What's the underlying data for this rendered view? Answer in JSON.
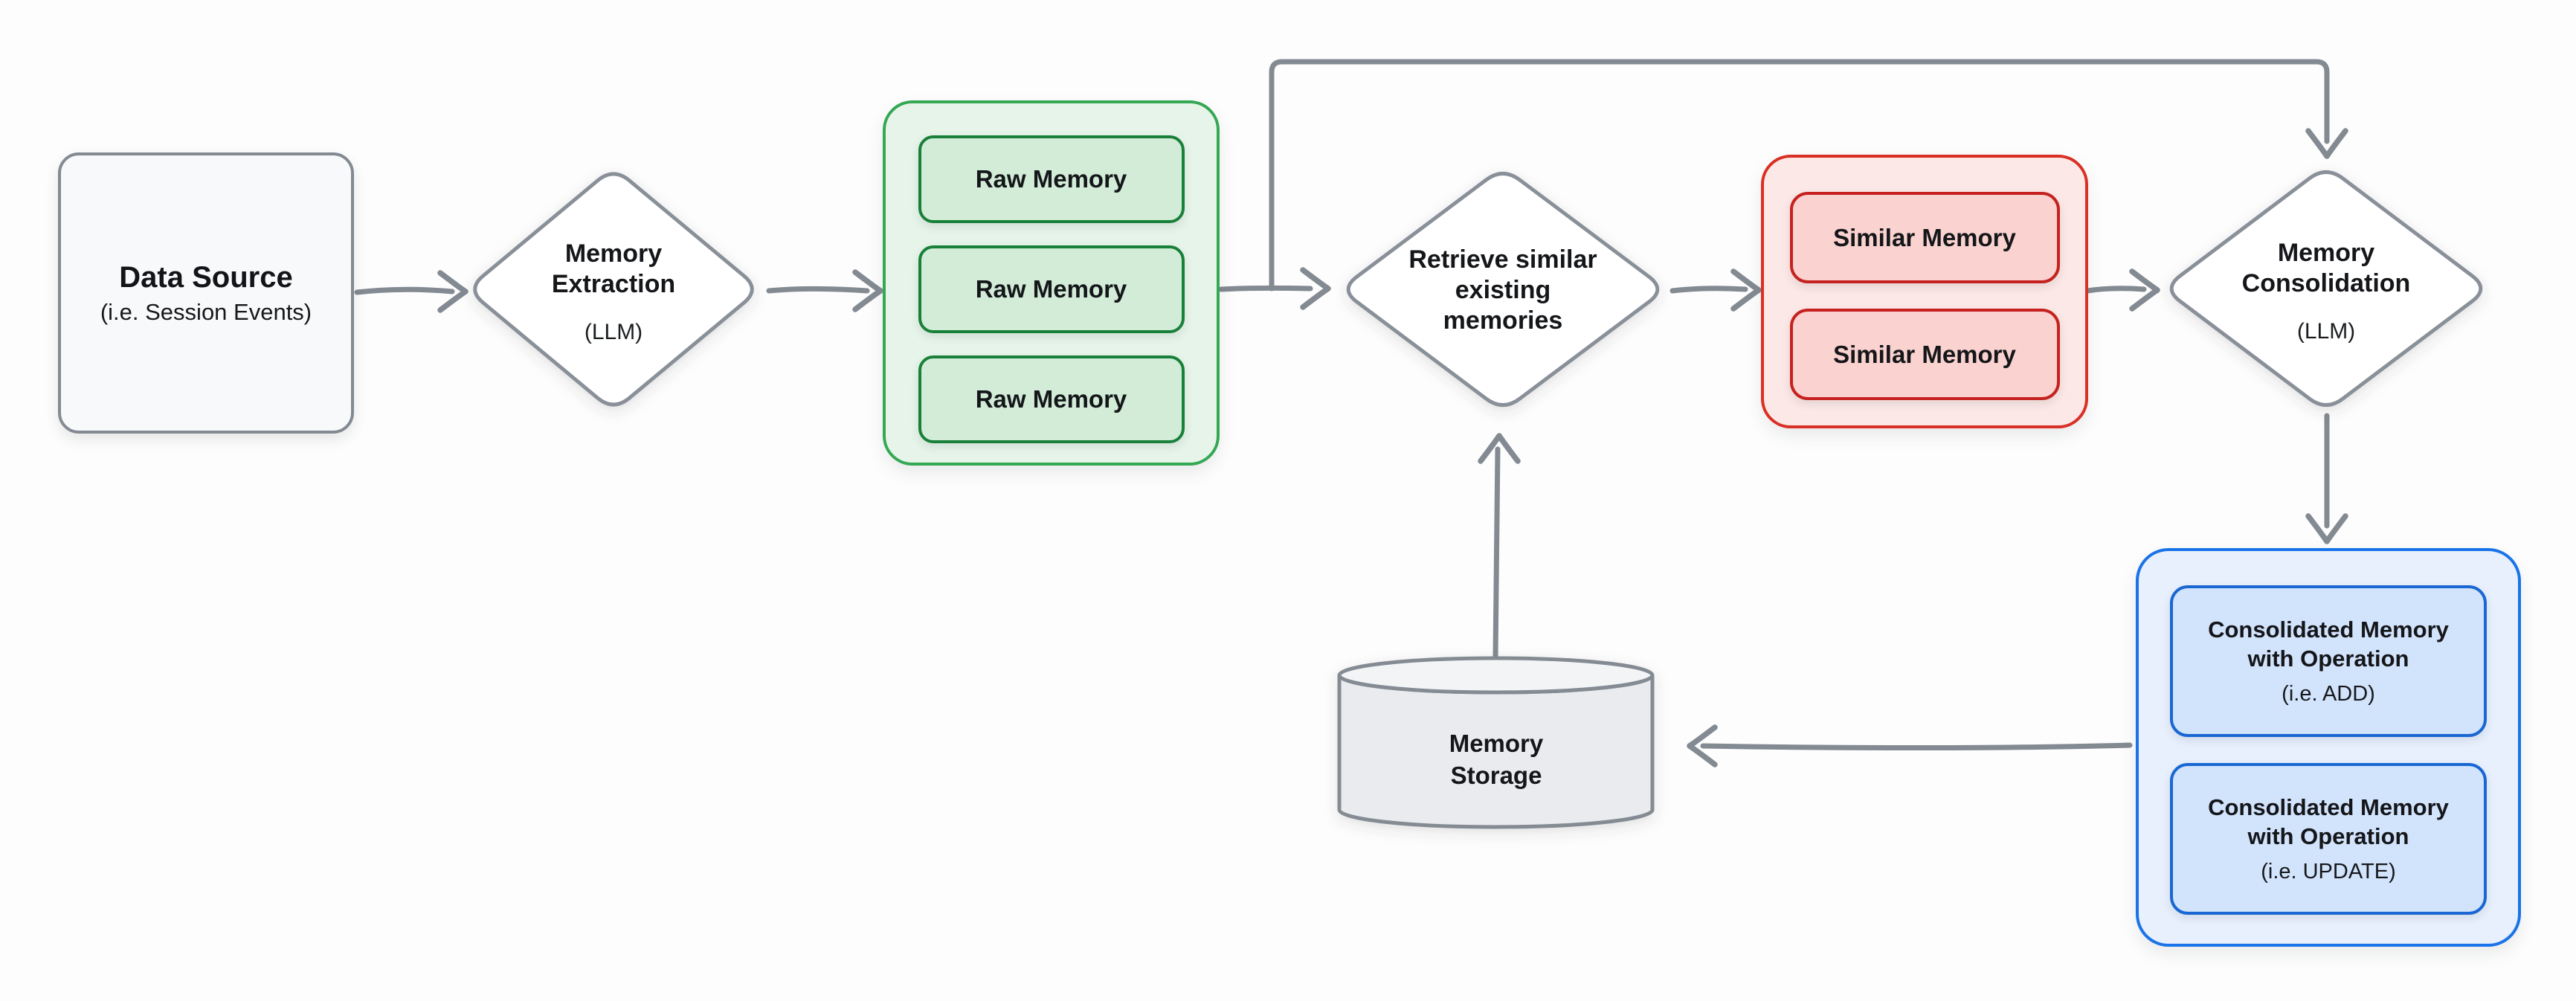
{
  "diagram": {
    "background": "#fdfdfd",
    "line_color": "#838a92",
    "text_color": "#141619",
    "nodes": {
      "data_source": {
        "title": "Data Source",
        "subtitle": "(i.e. Session Events)"
      },
      "memory_extraction": {
        "title": "Memory\nExtraction",
        "subtitle": "(LLM)"
      },
      "raw_memory_group": {
        "accent": "#34a853",
        "items": [
          "Raw Memory",
          "Raw Memory",
          "Raw Memory"
        ]
      },
      "retrieve_memories": {
        "title": "Retrieve similar\nexisting\nmemories"
      },
      "similar_memory_group": {
        "accent": "#d93025",
        "items": [
          "Similar Memory",
          "Similar Memory"
        ]
      },
      "memory_consolidation": {
        "title": "Memory\nConsolidation",
        "subtitle": "(LLM)"
      },
      "consolidated_group": {
        "accent": "#1a73e8",
        "items": [
          {
            "label": "Consolidated Memory\nwith Operation",
            "operation": "(i.e. ADD)"
          },
          {
            "label": "Consolidated Memory\nwith Operation",
            "operation": "(i.e. UPDATE)"
          }
        ]
      },
      "memory_storage": {
        "title": "Memory\nStorage"
      }
    }
  }
}
